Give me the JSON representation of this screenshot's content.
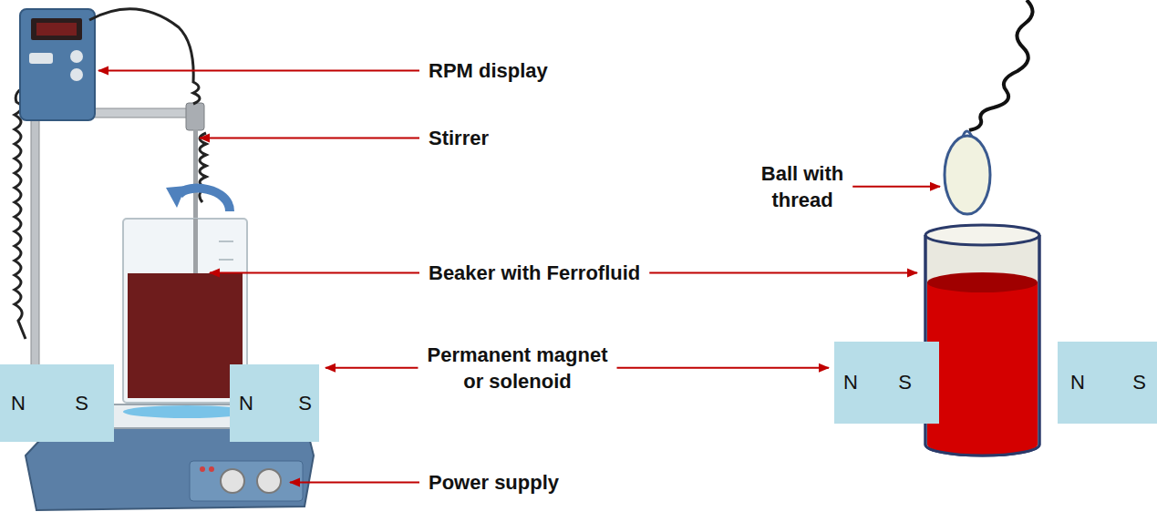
{
  "diagram": {
    "nodes": [
      {
        "text": [
          "N",
          "S"
        ]
      },
      {
        "text": [
          "N",
          "S"
        ]
      },
      {
        "text": [
          "N",
          "S"
        ]
      },
      {
        "text": [
          "N",
          "S"
        ]
      }
    ],
    "labels": [
      "RPM display",
      "Stirrer",
      "Ball with thread",
      "Beaker with Ferrofluid",
      "Permanent magnet or solenoid",
      "Power supply"
    ]
  }
}
